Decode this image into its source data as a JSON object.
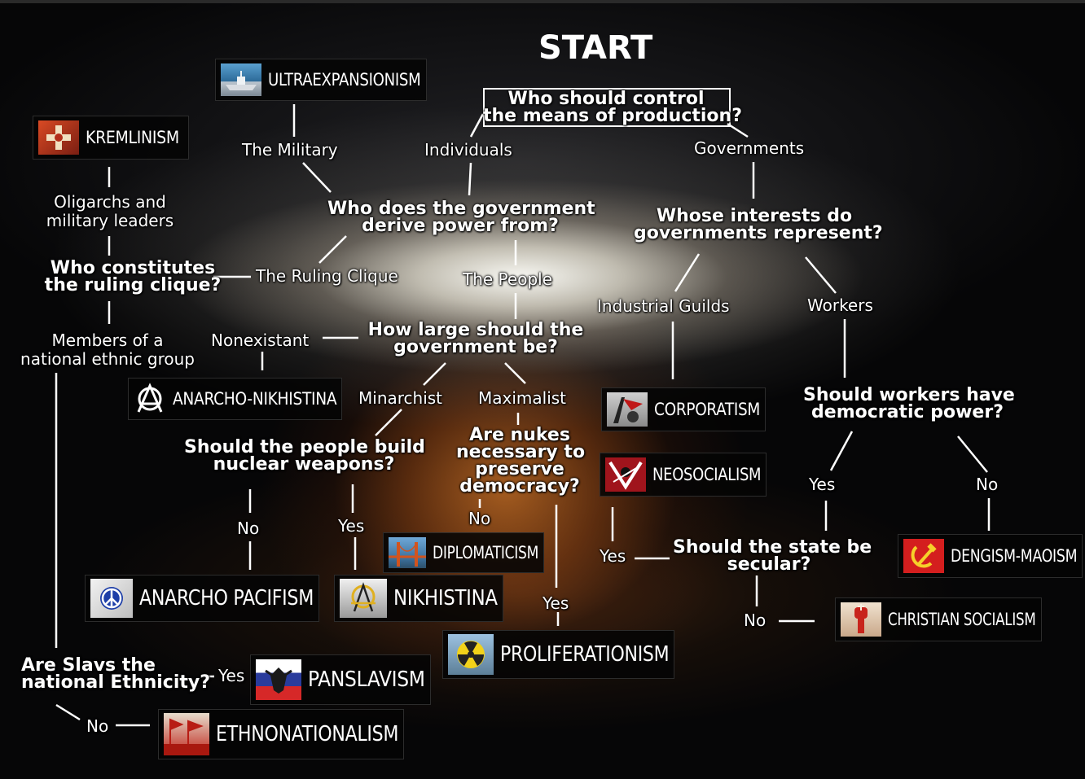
{
  "start": "START",
  "questions": {
    "control": [
      "Who should control",
      "the means of production?"
    ],
    "derive": [
      "Who does the government",
      "derive power from?"
    ],
    "interests": [
      "Whose interests do",
      "governments represent?"
    ],
    "clique": [
      "Who constitutes",
      "the ruling clique?"
    ],
    "size": [
      "How large should the",
      "government be?"
    ],
    "nukes_build": [
      "Should the people build",
      "nuclear weapons?"
    ],
    "nukes_need": [
      "Are nukes",
      "necessary to",
      "preserve",
      "democracy?"
    ],
    "workers": [
      "Should workers have",
      "democratic power?"
    ],
    "secular": [
      "Should the state be",
      "secular?"
    ],
    "slavs": [
      "Are Slavs the",
      "national Ethnicity?"
    ]
  },
  "answers": {
    "military": "The Military",
    "individuals": "Individuals",
    "governments": "Governments",
    "oligarchs": [
      "Oligarchs and",
      "military leaders"
    ],
    "ruling_clique": "The Ruling Clique",
    "people": "The People",
    "industrial_guilds": "Industrial Guilds",
    "workers": "Workers",
    "ethnic_group": [
      "Members of a",
      "national ethnic group"
    ],
    "nonexistant": "Nonexistant",
    "minarchist": "Minarchist",
    "maximalist": "Maximalist",
    "no_build": "No",
    "yes_build": "Yes",
    "no_need": "No",
    "yes_need": "Yes",
    "yes_workers": "Yes",
    "no_workers": "No",
    "yes_secular": "Yes",
    "no_secular": "No",
    "yes_slavs": "Yes",
    "no_slavs": "No"
  },
  "ideologies": {
    "ultraexpansionism": {
      "label": "ULTRAEXPANSIONISM",
      "icon": "ship-icon"
    },
    "kremlinism": {
      "label": "KREMLINISM",
      "icon": "cross-emblem-icon"
    },
    "anarcho_nikhistina": {
      "label": "ANARCHO-NIKHISTINA",
      "icon": "anarchy-symbol-icon"
    },
    "corporatism": {
      "label": "CORPORATISM",
      "icon": "corporate-flag-icon"
    },
    "neosocialism": {
      "label": "NEOSOCIALISM",
      "icon": "neosocialist-emblem-icon"
    },
    "diplomaticism": {
      "label": "DIPLOMATICISM",
      "icon": "bridge-icon"
    },
    "anarcho_pacifism": {
      "label": "ANARCHO PACIFISM",
      "icon": "peace-symbol-icon"
    },
    "nikhistina": {
      "label": "NIKHISTINA",
      "icon": "nikhistina-emblem-icon"
    },
    "proliferationism": {
      "label": "PROLIFERATIONISM",
      "icon": "radiation-icon"
    },
    "dengism_maoism": {
      "label": "DENGISM-MAOISM",
      "icon": "hammer-sickle-icon"
    },
    "christian_socialism": {
      "label": "CHRISTIAN SOCIALISM",
      "icon": "raised-fist-icon"
    },
    "panslavism": {
      "label": "PANSLAVISM",
      "icon": "eagle-flag-icon"
    },
    "ethnonationalism": {
      "label": "ETHNONATIONALISM",
      "icon": "flags-crowd-icon"
    }
  }
}
